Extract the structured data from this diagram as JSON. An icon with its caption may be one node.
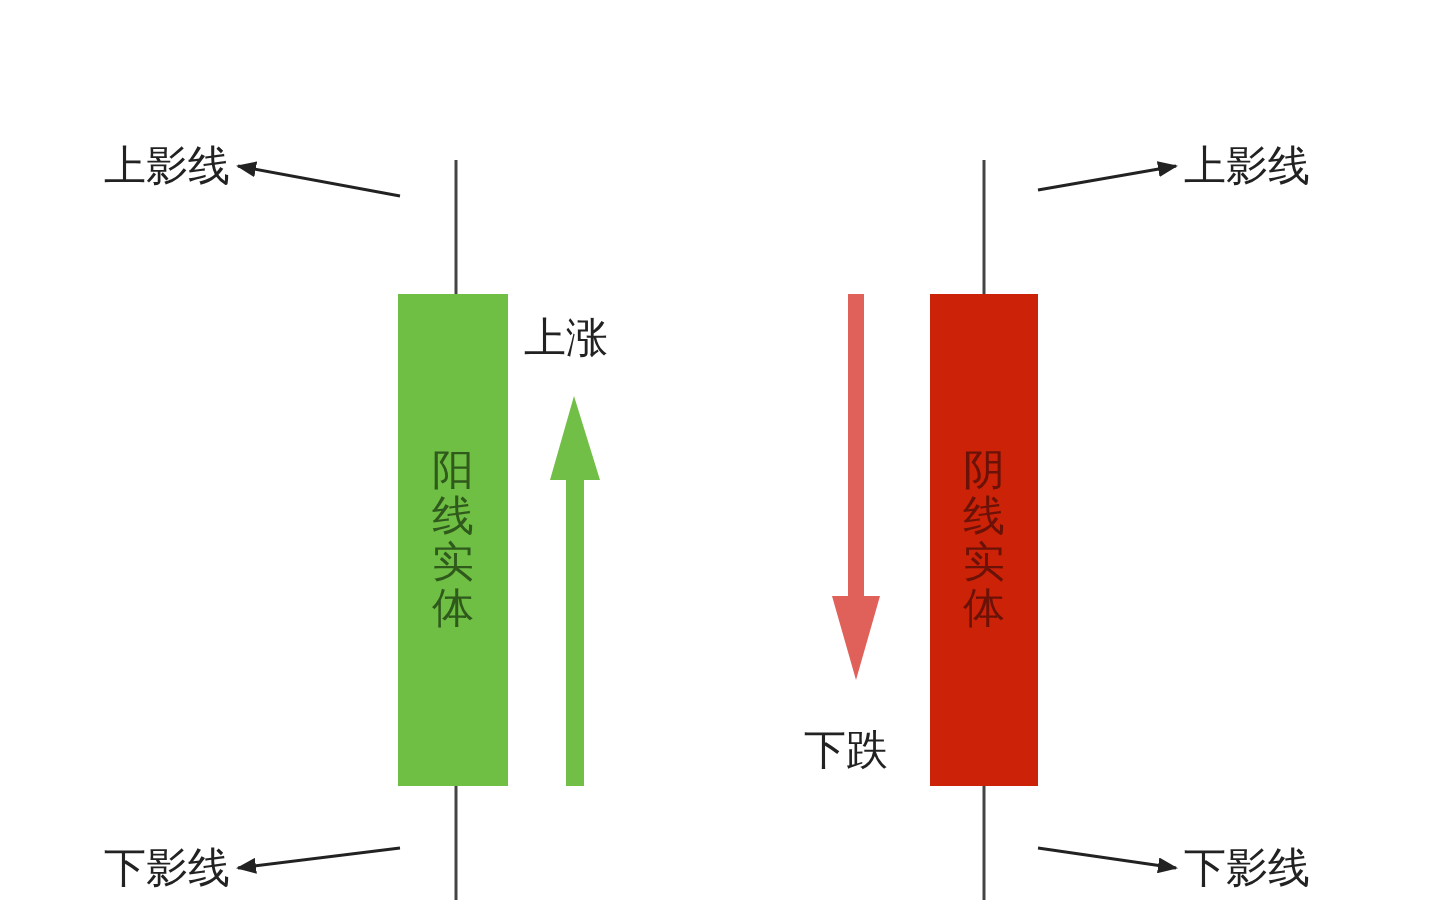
{
  "diagram": {
    "nodes": [
      {
        "text": [
          "上影线"
        ]
      },
      {
        "text": [
          "阳线实体"
        ]
      },
      {
        "text": [
          "下影线"
        ]
      },
      {
        "text": [
          "上影线"
        ]
      },
      {
        "text": [
          "阴线实体"
        ]
      },
      {
        "text": [
          "下影线"
        ]
      }
    ],
    "edges": [
      {
        "from": null,
        "to": 0,
        "arrow": "to"
      },
      {
        "from": null,
        "to": 2,
        "arrow": "to"
      },
      {
        "from": null,
        "to": 3,
        "arrow": "to"
      },
      {
        "from": null,
        "to": 5,
        "arrow": "to"
      }
    ],
    "labels": [
      "上涨",
      "下跌"
    ]
  }
}
